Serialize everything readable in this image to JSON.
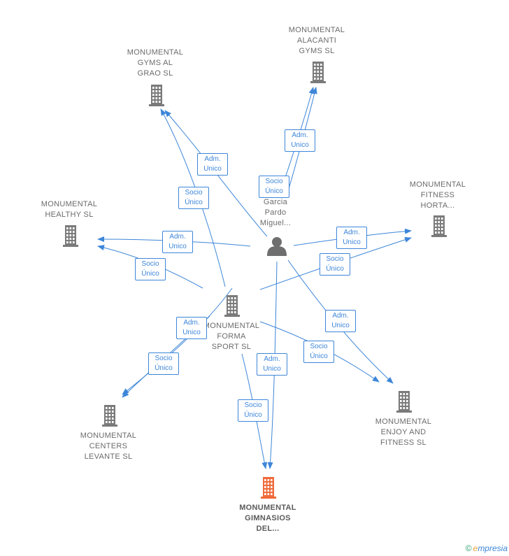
{
  "colors": {
    "edge": "#3d86d9",
    "company": "#7a7a7a",
    "focus_company": "#f06a3a",
    "person": "#6e6e6e",
    "label_text": "#6b6b6b"
  },
  "nodes": [
    {
      "id": "gyms_al_grao",
      "type": "company",
      "lines": [
        "MONUMENTAL",
        "GYMS AL",
        "GRAO SL"
      ]
    },
    {
      "id": "alacanti",
      "type": "company",
      "lines": [
        "MONUMENTAL",
        "ALACANTI",
        "GYMS SL"
      ]
    },
    {
      "id": "healthy",
      "type": "company",
      "lines": [
        "MONUMENTAL",
        "HEALTHY SL"
      ]
    },
    {
      "id": "fitness_horta",
      "type": "company",
      "lines": [
        "MONUMENTAL",
        "FITNESS",
        "HORTA..."
      ]
    },
    {
      "id": "person",
      "type": "person",
      "lines": [
        "Garcia",
        "Pardo",
        "Miguel..."
      ]
    },
    {
      "id": "forma_sport",
      "type": "company",
      "lines": [
        "MONUMENTAL",
        "FORMA",
        "SPORT SL"
      ]
    },
    {
      "id": "centers_levante",
      "type": "company",
      "lines": [
        "MONUMENTAL",
        "CENTERS",
        "LEVANTE SL"
      ]
    },
    {
      "id": "enjoy_fitness",
      "type": "company",
      "lines": [
        "MONUMENTAL",
        "ENJOY AND",
        "FITNESS SL"
      ]
    },
    {
      "id": "gimnasios_del",
      "type": "focus",
      "lines": [
        "MONUMENTAL",
        "GIMNASIOS",
        "DEL..."
      ]
    }
  ],
  "edge_labels": [
    {
      "id": "l1",
      "lines": [
        "Adm.",
        "Unico"
      ]
    },
    {
      "id": "l2",
      "lines": [
        "Socio",
        "Único"
      ]
    },
    {
      "id": "l3",
      "lines": [
        "Adm.",
        "Unico"
      ]
    },
    {
      "id": "l4",
      "lines": [
        "Socio",
        "Único"
      ]
    },
    {
      "id": "l5",
      "lines": [
        "Adm.",
        "Unico"
      ]
    },
    {
      "id": "l6",
      "lines": [
        "Socio",
        "Único"
      ]
    },
    {
      "id": "l7",
      "lines": [
        "Adm.",
        "Unico"
      ]
    },
    {
      "id": "l8",
      "lines": [
        "Socio",
        "Único"
      ]
    },
    {
      "id": "l9",
      "lines": [
        "Adm.",
        "Unico"
      ]
    },
    {
      "id": "l10",
      "lines": [
        "Socio",
        "Único"
      ]
    },
    {
      "id": "l11",
      "lines": [
        "Adm.",
        "Unico"
      ]
    },
    {
      "id": "l12",
      "lines": [
        "Socio",
        "Único"
      ]
    },
    {
      "id": "l13",
      "lines": [
        "Adm.",
        "Unico"
      ]
    },
    {
      "id": "l14",
      "lines": [
        "Socio",
        "Único"
      ]
    }
  ],
  "footer": {
    "copyright": "©",
    "brand_initial": "e",
    "brand_rest": "mpresia"
  }
}
